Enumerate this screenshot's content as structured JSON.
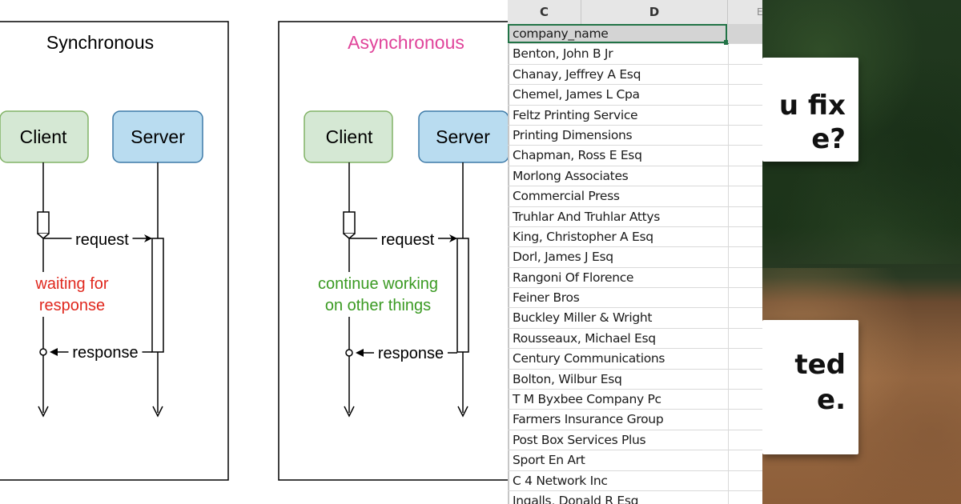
{
  "diagram": {
    "panels": [
      {
        "title": "Synchronous",
        "title_color": "#000000",
        "client_label": "Client",
        "server_label": "Server",
        "request_label": "request",
        "response_label": "response",
        "note_lines": [
          "waiting for",
          "response"
        ],
        "note_color": "#e0281e"
      },
      {
        "title": "Asynchronous",
        "title_color": "#e0449a",
        "client_label": "Client",
        "server_label": "Server",
        "request_label": "request",
        "response_label": "response",
        "note_lines": [
          "continue working",
          "on other things"
        ],
        "note_color": "#3a9a22"
      }
    ],
    "colors": {
      "client_fill": "#d5e8d4",
      "client_stroke": "#82b366",
      "server_fill": "#b9dcf0",
      "server_stroke": "#3d7aa8",
      "line": "#000000"
    }
  },
  "sheet": {
    "columns": [
      "C",
      "D",
      "E"
    ],
    "header_cell": "company_name",
    "rows": [
      "Benton, John B Jr",
      "Chanay, Jeffrey A Esq",
      "Chemel, James L Cpa",
      "Feltz Printing Service",
      "Printing Dimensions",
      "Chapman, Ross E Esq",
      "Morlong Associates",
      "Commercial Press",
      "Truhlar And Truhlar Attys",
      "King, Christopher A Esq",
      "Dorl, James J Esq",
      "Rangoni Of Florence",
      "Feiner Bros",
      "Buckley Miller & Wright",
      "Rousseaux, Michael Esq",
      "Century Communications",
      "Bolton, Wilbur Esq",
      "T M Byxbee Company Pc",
      "Farmers Insurance Group",
      "Post Box Services Plus",
      "Sport En Art",
      "C 4 Network Inc",
      "Ingalls, Donald R Esq"
    ],
    "selection_color": "#217346"
  },
  "photo": {
    "card_top_lines": [
      "u fix",
      "e?"
    ],
    "card_bottom_lines": [
      "ted",
      "e."
    ]
  }
}
